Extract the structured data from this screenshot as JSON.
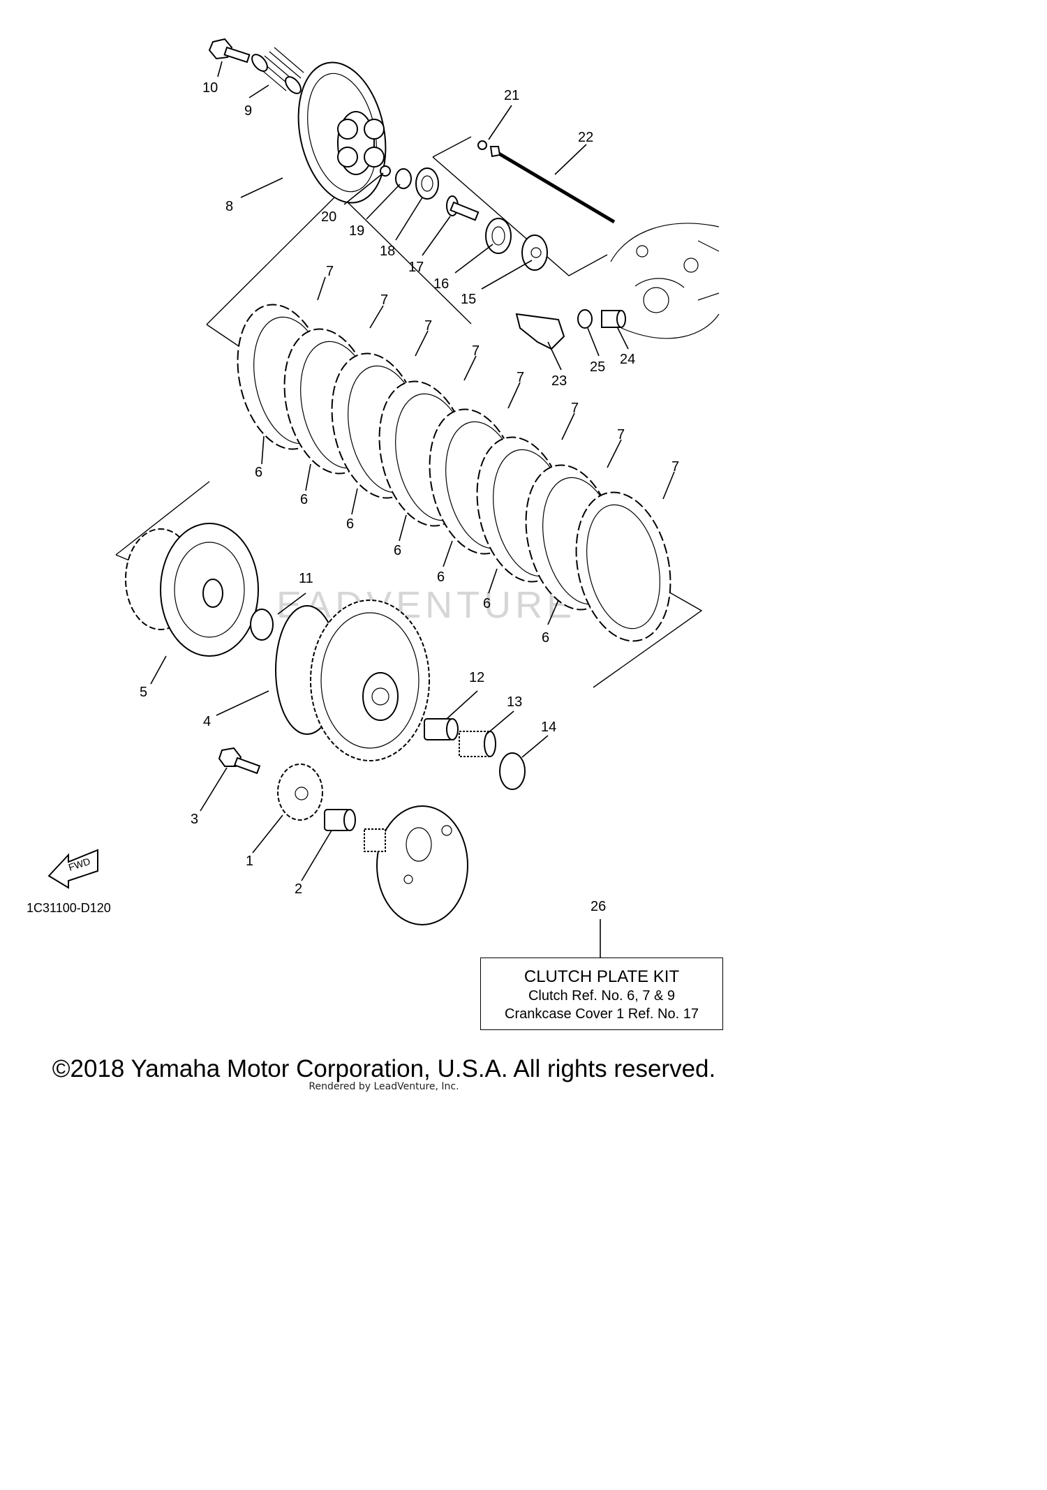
{
  "diagram_code": "1C31100-D120",
  "fwd_label": "FWD",
  "watermark": "LEADVENTURE",
  "callouts": {
    "p1": "1",
    "p2": "2",
    "p3": "3",
    "p4": "4",
    "p5": "5",
    "p6a": "6",
    "p6b": "6",
    "p6c": "6",
    "p6d": "6",
    "p6e": "6",
    "p6f": "6",
    "p6g": "6",
    "p7a": "7",
    "p7b": "7",
    "p7c": "7",
    "p7d": "7",
    "p7e": "7",
    "p7f": "7",
    "p7g": "7",
    "p7h": "7",
    "p8": "8",
    "p9": "9",
    "p10": "10",
    "p11": "11",
    "p12": "12",
    "p13": "13",
    "p14": "14",
    "p15": "15",
    "p16": "16",
    "p17": "17",
    "p18": "18",
    "p19": "19",
    "p20": "20",
    "p21": "21",
    "p22": "22",
    "p23": "23",
    "p24": "24",
    "p25": "25",
    "p26": "26"
  },
  "kit": {
    "title": "CLUTCH PLATE KIT",
    "line1": "Clutch Ref. No. 6, 7 & 9",
    "line2": "Crankcase Cover 1 Ref. No. 17"
  },
  "copyright": "©2018 Yamaha Motor Corporation, U.S.A. All rights reserved.",
  "rendered_by": "Rendered by LeadVenture, Inc."
}
